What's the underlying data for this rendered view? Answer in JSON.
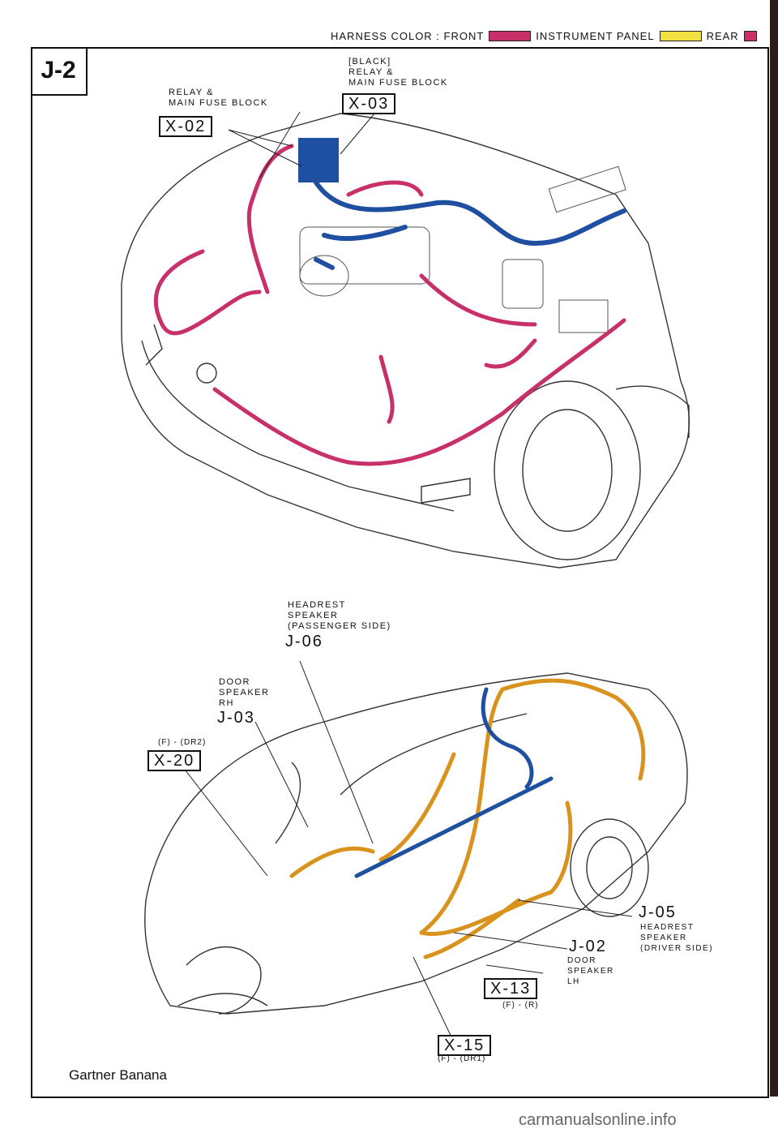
{
  "legend": {
    "text": "HARNESS COLOR : FRONT",
    "item_instrument": "INSTRUMENT PANEL",
    "item_rear": "REAR",
    "colors": {
      "front": "#c8306a",
      "instrument": "#f0e040",
      "rear": "#c8306a",
      "blue": "#1f4fa0",
      "orange": "#d9921c"
    }
  },
  "page_tag": "J-2",
  "top": {
    "x02_label": "RELAY &\nMAIN FUSE BLOCK",
    "x02_code": "X-02",
    "x03_label": "[BLACK]\nRELAY &\nMAIN FUSE BLOCK",
    "x03_code": "X-03"
  },
  "bottom": {
    "j06_label": "HEADREST\nSPEAKER\n(PASSENGER SIDE)",
    "j06_code": "J-06",
    "j03_label": "DOOR\nSPEAKER\nRH",
    "j03_code": "J-03",
    "x20_sub": "(F) - (DR2)",
    "x20_code": "X-20",
    "j05_code": "J-05",
    "j05_label": "HEADREST\nSPEAKER\n(DRIVER SIDE)",
    "j02_code": "J-02",
    "j02_label": "DOOR\nSPEAKER\nLH",
    "x13_code": "X-13",
    "x13_sub": "(F) - (R)",
    "x15_code": "X-15",
    "x15_sub": "(F) - (DR1)"
  },
  "caption": "Gartner Banana",
  "watermark": "carmanualsonline.info"
}
